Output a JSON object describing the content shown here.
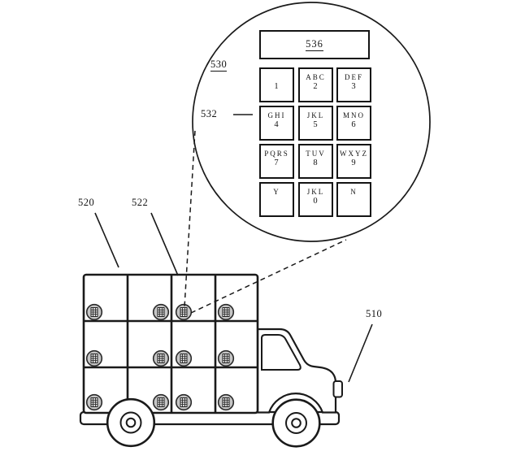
{
  "colors": {
    "ink": "#1a1a1a",
    "paper": "#ffffff",
    "icon_fill": "#c6c6c6"
  },
  "callout": {
    "ref": "530",
    "display": {
      "ref": "536"
    },
    "pointed_key_ref": "532",
    "keys": [
      {
        "letters": "",
        "digit": "1"
      },
      {
        "letters": "ABC",
        "digit": "2"
      },
      {
        "letters": "DEF",
        "digit": "3"
      },
      {
        "letters": "GHI",
        "digit": "4"
      },
      {
        "letters": "JKL",
        "digit": "5"
      },
      {
        "letters": "MNO",
        "digit": "6"
      },
      {
        "letters": "PQRS",
        "digit": "7"
      },
      {
        "letters": "TUV",
        "digit": "8"
      },
      {
        "letters": "WXYZ",
        "digit": "9"
      },
      {
        "letters": "Y",
        "digit": ""
      },
      {
        "letters": "JKL",
        "digit": "0"
      },
      {
        "letters": "N",
        "digit": ""
      }
    ]
  },
  "truck": {
    "ref": "510",
    "locker_array_ref": "520",
    "locker_ref": "522"
  }
}
